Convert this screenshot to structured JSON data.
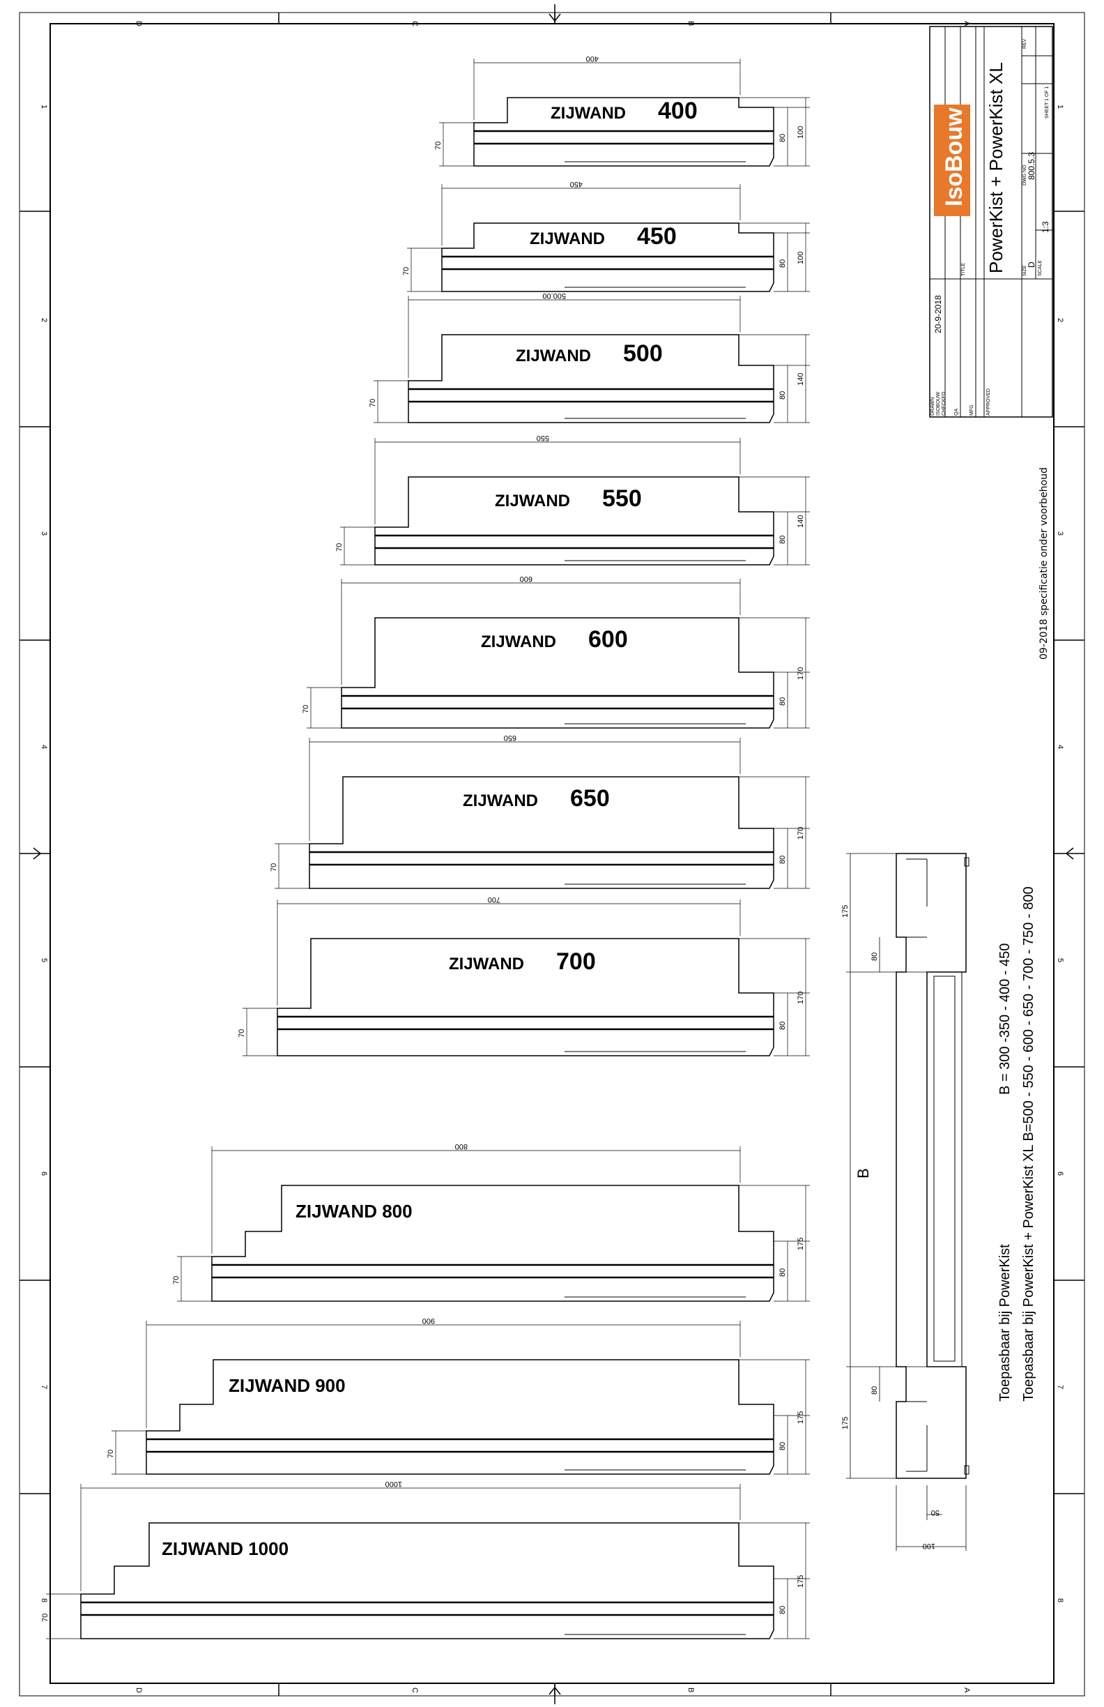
{
  "grid": {
    "columns": [
      "D",
      "C",
      "B",
      "A"
    ],
    "rows": [
      "1",
      "2",
      "3",
      "4",
      "5",
      "6",
      "7",
      "8"
    ]
  },
  "title_block": {
    "brand": "IsoBouw",
    "title": "PowerKist + PowerKist XL",
    "date": "20-9-2018",
    "fields": [
      "DRAWN",
      "ISOBOUW",
      "CHECKED",
      "QA",
      "MFG",
      "APPROVED"
    ],
    "title_label": "TITLE",
    "dwg_label": "DWG NO",
    "dwg_no": "800.5.3",
    "rev_label": "REV",
    "size_label": "SIZE",
    "size": "D",
    "scale_label": "SCALE",
    "scale": "1:3",
    "sheet": "SHEET 1 OF 1",
    "brand_color": "#e8782a"
  },
  "spec_note": "09-2018 specificatie onder voorbehoud",
  "notes": {
    "line1_left": "Toepasbaar bij PowerKist",
    "line1_right": "B = 300 -350 - 400 - 450",
    "line2": "Toepasbaar bij PowerKist + PowerKist XL  B=500 - 550 - 600 - 650 - 700 - 750 - 800"
  },
  "panels": [
    {
      "label": "ZIJWAND",
      "size": "400",
      "width_dim": "400",
      "dims": [
        "70",
        "80",
        "100"
      ]
    },
    {
      "label": "ZIJWAND",
      "size": "450",
      "width_dim": "450",
      "dims": [
        "70",
        "80",
        "100"
      ]
    },
    {
      "label": "ZIJWAND",
      "size": "500",
      "width_dim": "500.00",
      "dims": [
        "70",
        "80",
        "140"
      ]
    },
    {
      "label": "ZIJWAND",
      "size": "550",
      "width_dim": "550",
      "dims": [
        "70",
        "80",
        "140"
      ]
    },
    {
      "label": "ZIJWAND",
      "size": "600",
      "width_dim": "600",
      "dims": [
        "70",
        "80",
        "170"
      ]
    },
    {
      "label": "ZIJWAND",
      "size": "650",
      "width_dim": "650",
      "dims": [
        "70",
        "80",
        "170"
      ]
    },
    {
      "label": "ZIJWAND",
      "size": "700",
      "width_dim": "700",
      "dims": [
        "70",
        "80",
        "170"
      ]
    },
    {
      "label": "ZIJWAND 800",
      "size": "",
      "width_dim": "800",
      "dims": [
        "70",
        "80",
        "175"
      ]
    },
    {
      "label": "ZIJWAND 900",
      "size": "",
      "width_dim": "900",
      "dims": [
        "70",
        "80",
        "175"
      ]
    },
    {
      "label": "ZIJWAND 1000",
      "size": "",
      "width_dim": "1000",
      "dims": [
        "70",
        "80",
        "175"
      ]
    }
  ],
  "side_view": {
    "b_label": "B",
    "dims": [
      "175",
      "80",
      "175",
      "80"
    ],
    "bottom_dims": [
      "50",
      "100"
    ]
  }
}
